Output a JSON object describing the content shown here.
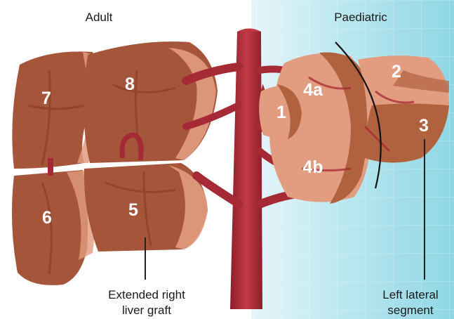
{
  "headers": {
    "left": "Adult",
    "right": "Paediatric"
  },
  "segments": {
    "s1": "1",
    "s2": "2",
    "s3": "3",
    "s4a": "4a",
    "s4b": "4b",
    "s5": "5",
    "s6": "6",
    "s7": "7",
    "s8": "8"
  },
  "captions": {
    "right_graft_line1": "Extended right",
    "right_graft_line2": "liver graft",
    "left_lateral_line1": "Left lateral",
    "left_lateral_line2": "segment"
  },
  "colors": {
    "liver_dark": "#a5563a",
    "liver_light": "#e29c80",
    "vessel": "#a52a35",
    "background_paediatric": "#a9dde8"
  }
}
